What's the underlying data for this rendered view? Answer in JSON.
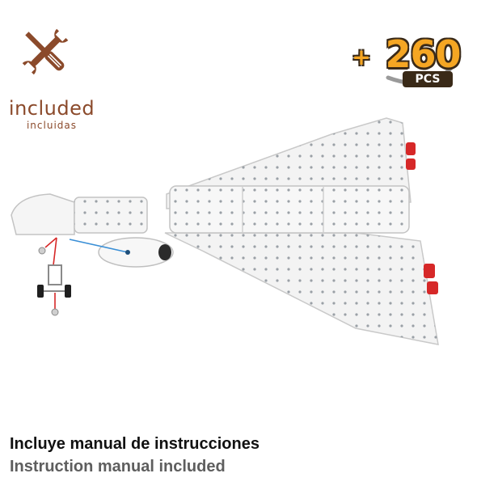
{
  "badge_tools": {
    "icon": "tools-icon",
    "text_en": "included",
    "text_es": "incluidas"
  },
  "badge_pieces": {
    "plus": "+",
    "count": "260",
    "unit": "PCS"
  },
  "product": {
    "icon": "airplane-model-icon"
  },
  "caption": {
    "line_es": "Incluye manual de instrucciones",
    "line_en": "Instruction manual included"
  },
  "colors": {
    "brand_brown": "#8b4a2b",
    "badge_orange": "#f5a623",
    "badge_dark": "#3a2a18",
    "caption_dark": "#111111",
    "caption_grey": "#5e5e5e",
    "metal_white": "#f3f3f3",
    "red_accent": "#d62828",
    "blue_guide": "#3a8fd6"
  }
}
